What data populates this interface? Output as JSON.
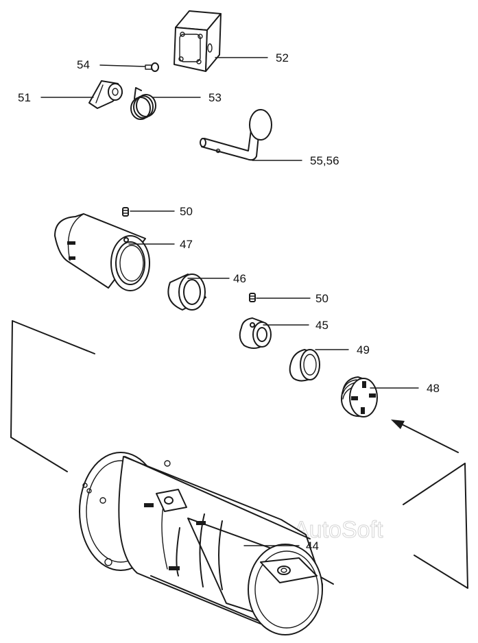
{
  "watermark": "AutoSoft",
  "labels": {
    "p44": "44",
    "p45": "45",
    "p46": "46",
    "p47": "47",
    "p48": "48",
    "p49": "49",
    "p50a": "50",
    "p50b": "50",
    "p51": "51",
    "p52": "52",
    "p53": "53",
    "p54": "54",
    "p55_56": "55,56"
  }
}
